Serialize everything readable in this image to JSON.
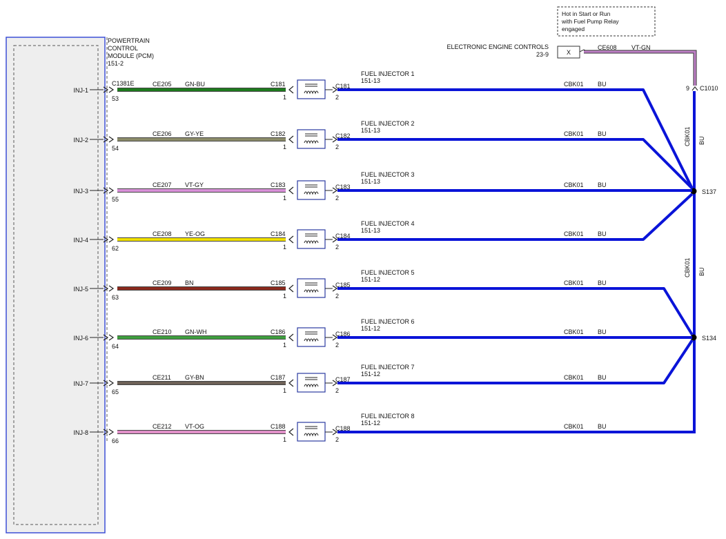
{
  "pcm": {
    "title_lines": [
      "POWERTRAIN",
      "CONTROL",
      "MODULE (PCM)",
      "151-2"
    ],
    "connector": "C1381E"
  },
  "note": {
    "lines": [
      "Hot in Start or Run",
      "with Fuel Pump Relay",
      "engaged"
    ]
  },
  "eec": {
    "title": "ELECTRONIC ENGINE CONTROLS",
    "ref": "23-9",
    "symbol": "X",
    "circuit": "CE608",
    "color_code": "VT-GN",
    "wire_color": "#c080c8",
    "pin": "9",
    "connector": "C1010"
  },
  "splices": [
    {
      "id": "S137"
    },
    {
      "id": "S134"
    }
  ],
  "bus_labels": [
    {
      "circuit": "CBK01",
      "color_code": "BU"
    },
    {
      "circuit": "CBK01",
      "color_code": "BU"
    }
  ],
  "injectors": [
    {
      "pin_label": "INJ-1",
      "pcm_pin": "53",
      "circuit": "CE205",
      "color_code": "GN-BU",
      "wire_color": "#1e7b1e",
      "connector": "C181",
      "inj_pin_in": "1",
      "inj_pin_out": "2",
      "name": "FUEL INJECTOR 1",
      "ref": "151-13",
      "return_circuit": "CBK01",
      "return_color": "BU"
    },
    {
      "pin_label": "INJ-2",
      "pcm_pin": "54",
      "circuit": "CE206",
      "color_code": "GY-YE",
      "wire_color": "#8c8c6a",
      "connector": "C182",
      "inj_pin_in": "1",
      "inj_pin_out": "2",
      "name": "FUEL INJECTOR 2",
      "ref": "151-13",
      "return_circuit": "CBK01",
      "return_color": "BU"
    },
    {
      "pin_label": "INJ-3",
      "pcm_pin": "55",
      "circuit": "CE207",
      "color_code": "VT-GY",
      "wire_color": "#d890d8",
      "connector": "C183",
      "inj_pin_in": "1",
      "inj_pin_out": "2",
      "name": "FUEL INJECTOR 3",
      "ref": "151-13",
      "return_circuit": "CBK01",
      "return_color": "BU"
    },
    {
      "pin_label": "INJ-4",
      "pcm_pin": "62",
      "circuit": "CE208",
      "color_code": "YE-OG",
      "wire_color": "#f0e000",
      "connector": "C184",
      "inj_pin_in": "1",
      "inj_pin_out": "2",
      "name": "FUEL INJECTOR 4",
      "ref": "151-13",
      "return_circuit": "CBK01",
      "return_color": "BU"
    },
    {
      "pin_label": "INJ-5",
      "pcm_pin": "63",
      "circuit": "CE209",
      "color_code": "BN",
      "wire_color": "#8b2a1e",
      "connector": "C185",
      "inj_pin_in": "1",
      "inj_pin_out": "2",
      "name": "FUEL INJECTOR 5",
      "ref": "151-12",
      "return_circuit": "CBK01",
      "return_color": "BU"
    },
    {
      "pin_label": "INJ-6",
      "pcm_pin": "64",
      "circuit": "CE210",
      "color_code": "GN-WH",
      "wire_color": "#3f9f3f",
      "connector": "C186",
      "inj_pin_in": "1",
      "inj_pin_out": "2",
      "name": "FUEL INJECTOR 6",
      "ref": "151-12",
      "return_circuit": "CBK01",
      "return_color": "BU"
    },
    {
      "pin_label": "INJ-7",
      "pcm_pin": "65",
      "circuit": "CE211",
      "color_code": "GY-BN",
      "wire_color": "#6e6258",
      "connector": "C187",
      "inj_pin_in": "1",
      "inj_pin_out": "2",
      "name": "FUEL INJECTOR 7",
      "ref": "151-12",
      "return_circuit": "CBK01",
      "return_color": "BU"
    },
    {
      "pin_label": "INJ-8",
      "pcm_pin": "66",
      "circuit": "CE212",
      "color_code": "VT-OG",
      "wire_color": "#e090c8",
      "connector": "C188",
      "inj_pin_in": "1",
      "inj_pin_out": "2",
      "name": "FUEL INJECTOR 8",
      "ref": "151-12",
      "return_circuit": "CBK01",
      "return_color": "BU"
    }
  ],
  "colors": {
    "bus": "#0a14d8",
    "module_border": "#3b4fd6",
    "module_fill": "#eeeeee",
    "injector_border": "#2a3aa0"
  }
}
